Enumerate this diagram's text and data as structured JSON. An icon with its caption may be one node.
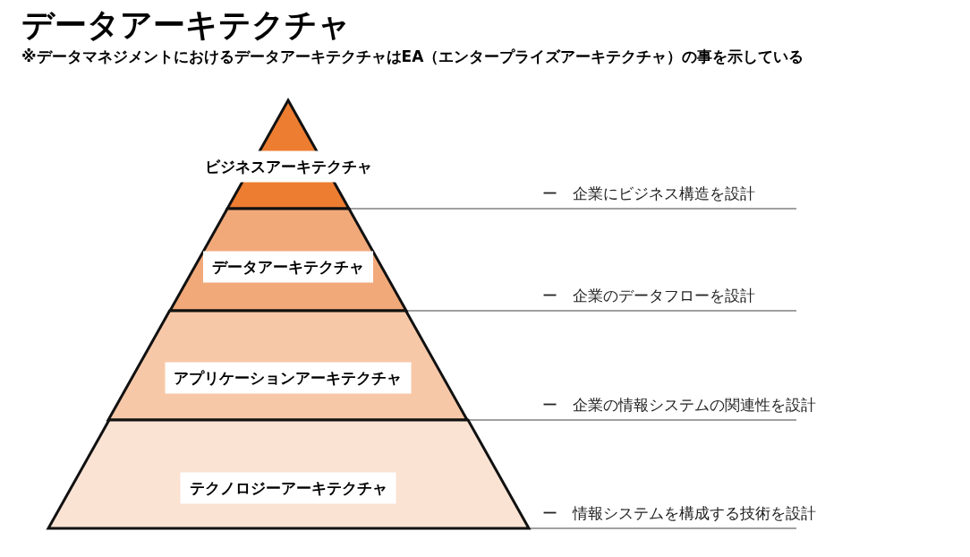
{
  "diagram": {
    "title": "データアーキテクチャ",
    "nodes": [
      {
        "text": [
          "ビジネスアーキテクチャ"
        ]
      },
      {
        "text": [
          "データアーキテクチャ"
        ]
      },
      {
        "text": [
          "アプリケーションアーキテクチャ"
        ]
      },
      {
        "text": [
          "テクノロジーアーキテクチャ"
        ]
      },
      {
        "text": [
          "ー　企業にビジネス構造を設計"
        ]
      },
      {
        "text": [
          "ー　企業のデータフローを設計"
        ]
      },
      {
        "text": [
          "ー　企業の情報システムの関連性を設計"
        ]
      },
      {
        "text": [
          "ー　情報システムを構成する技術を設計"
        ]
      }
    ],
    "edges": [
      {
        "from": 0,
        "to": 4,
        "arrow": "none"
      },
      {
        "from": 1,
        "to": 5,
        "arrow": "none"
      },
      {
        "from": 2,
        "to": 6,
        "arrow": "none"
      },
      {
        "from": 3,
        "to": 7,
        "arrow": "none"
      }
    ],
    "labels": [
      "※データマネジメントにおけるデータアーキテクチャはEA（エンタープライズアーキテクチャ）の事を示している"
    ]
  }
}
